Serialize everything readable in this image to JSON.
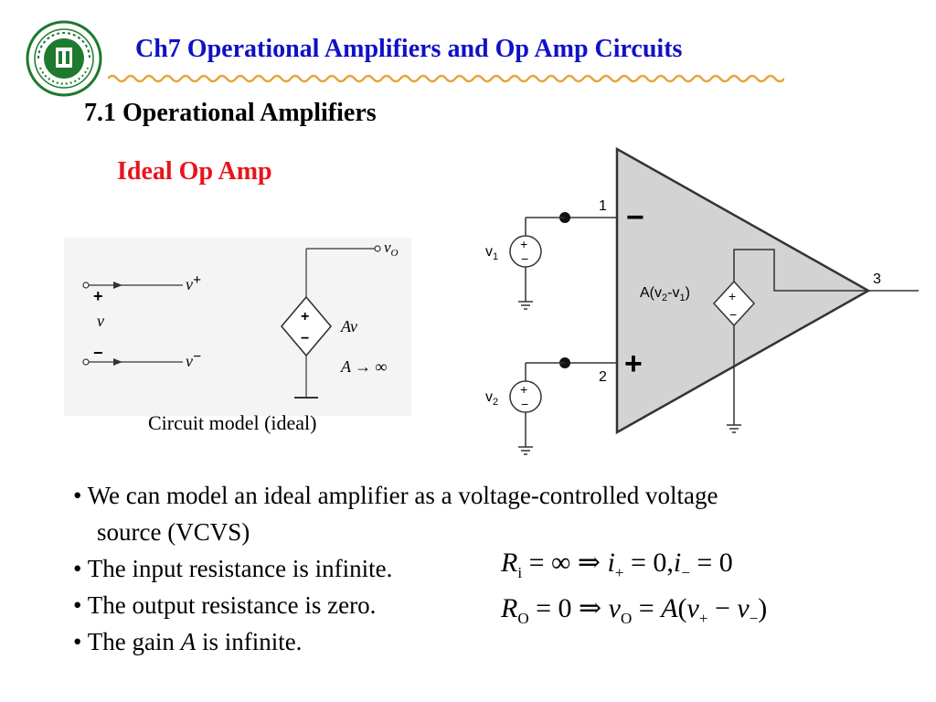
{
  "header": {
    "title": "Ch7 Operational Amplifiers and Op Amp Circuits",
    "logo_icon": "university-seal-icon",
    "title_color": "#1010c8",
    "rule_color": "#e8a23a"
  },
  "section": {
    "heading": "7.1 Operational Amplifiers",
    "subheading": "Ideal Op Amp",
    "subheading_color": "#e8141c"
  },
  "circuit_model": {
    "caption": "Circuit model (ideal)",
    "plus_sign": "+",
    "minus_sign": "−",
    "v_label": "v",
    "vplus_label": "v",
    "vplus_sup": "+",
    "vminus_label": "v",
    "vminus_sup": "−",
    "vo_label": "v",
    "vo_sub": "O",
    "source_plus": "+",
    "source_minus": "−",
    "gain_label": "Av",
    "limit_label": "A → ∞"
  },
  "opamp": {
    "pin1": "1",
    "pin2": "2",
    "pin3": "3",
    "minus_input": "−",
    "plus_input": "+",
    "v1_label": "v",
    "v1_sub": "1",
    "v2_label": "v",
    "v2_sub": "2",
    "source_plus": "+",
    "source_minus": "−",
    "gain_label": "A(v",
    "gain_sub2": "2",
    "gain_mid": "-v",
    "gain_sub1": "1",
    "gain_end": ")",
    "fill_color": "#d3d3d3"
  },
  "bullets": {
    "b1_line1": "• We can model an ideal amplifier as a voltage-controlled voltage",
    "b1_line2": "source (VCVS)",
    "b2": "• The input resistance is infinite.",
    "b3": "• The output resistance is zero.",
    "b4_pre": "• The gain ",
    "b4_var": "A",
    "b4_post": " is infinite."
  },
  "equations": {
    "eq1_R": "R",
    "eq1_R_sub": "i",
    "eq1_rest1": " = ∞ ⇒ ",
    "eq1_i": "i",
    "eq1_i_sub": "+",
    "eq1_rest2": " = 0,",
    "eq1_i2": "i",
    "eq1_i2_sub": "−",
    "eq1_rest3": " = 0",
    "eq2_R": "R",
    "eq2_R_sub": "O",
    "eq2_rest1": " = 0 ⇒ ",
    "eq2_v": "v",
    "eq2_v_sub": "O",
    "eq2_rest2": " = ",
    "eq2_A": "A",
    "eq2_rest3": "(",
    "eq2_v1": "v",
    "eq2_v1_sub": "+",
    "eq2_rest4": " − ",
    "eq2_v2": "v",
    "eq2_v2_sub": "−",
    "eq2_rest5": ")"
  }
}
